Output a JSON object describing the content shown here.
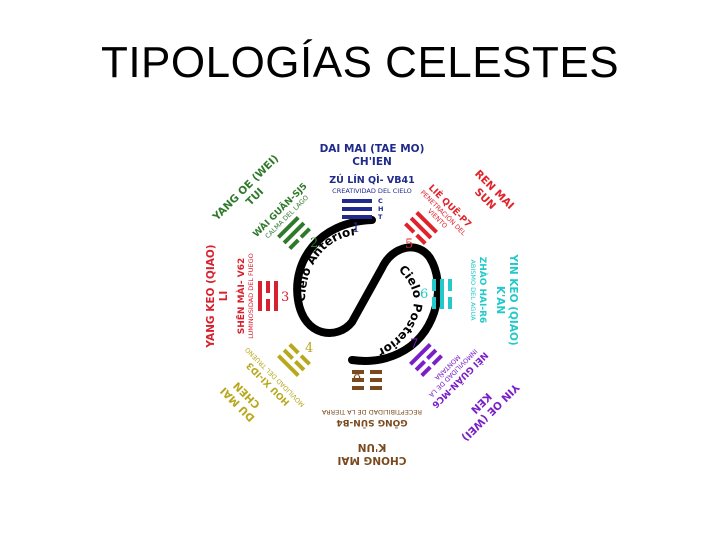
{
  "title": "TIPOLOGÍAS CELESTES",
  "colors": {
    "navy": "#1f2a8a",
    "red": "#e0222b",
    "green": "#2f7a2a",
    "crimson": "#d8202e",
    "olive": "#b8a81c",
    "brown": "#7a4a1e",
    "purple": "#7a1fc8",
    "teal": "#22c9c9",
    "black": "#000000"
  },
  "wave": {
    "anterior_label": "Cielo Anterior",
    "posterior_label": "Cielo Posterior"
  },
  "sectors": [
    {
      "number": "1",
      "outer": [
        "DAI MAI (TAE MO)",
        "CH'IEN"
      ],
      "point": "ZÚ LÍN QÌ- VB41",
      "quality": "CREATIVIDAD DEL CIELO",
      "hex_letters": [
        "C",
        "H",
        "T"
      ]
    },
    {
      "number": "2",
      "outer": [
        "YANG OE (WEI)",
        "TUI"
      ],
      "point": "WÀI GUĀN-SJ5",
      "quality": "CALMA DEL LAGO"
    },
    {
      "number": "3",
      "outer": [
        "YANG KEO (QIAO)",
        "LI"
      ],
      "point": "SHĒN MÀI- V62",
      "quality": "LUMINOSIDAD DEL FUEGO"
    },
    {
      "number": "4",
      "outer": [
        "DU MAI",
        "CHEN"
      ],
      "point": "HOU XI-ID3",
      "quality": "MOVILIDAD DEL TRUENO"
    },
    {
      "number": "5",
      "outer": [
        "REN MAI",
        "SUN"
      ],
      "point": "LIÈ QUĒ-P7",
      "quality": [
        "PENETRACIÓN DEL",
        "VIENTO"
      ]
    },
    {
      "number": "6",
      "outer": [
        "YIN KEO (QIAO)",
        "K'AN"
      ],
      "point": "ZHÀO HAI-R6",
      "quality": "ABISMO DEL AGUA"
    },
    {
      "number": "7",
      "outer": [
        "YIN OE (WEI)",
        "KEN"
      ],
      "point": "NÈI GUĀN-MC6",
      "quality": [
        "INMOVILIDAD DE LA",
        "MONTAÑA"
      ]
    },
    {
      "number": "8",
      "outer": [
        "CHONG MAI",
        "K'UN"
      ],
      "point": "GŌNG SŪN-B4",
      "quality": "RECEPTIBILIDAD DE LA TIERRA"
    }
  ]
}
